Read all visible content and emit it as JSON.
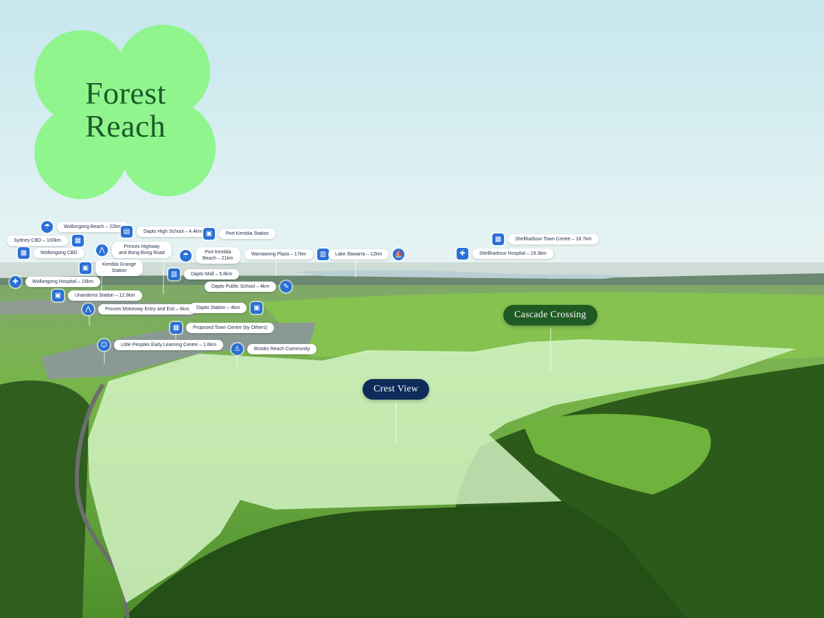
{
  "brand": {
    "line1": "Forest",
    "line2": "Reach",
    "color": "#1d5a2a",
    "blob_color": "#8ff58c"
  },
  "colors": {
    "sky_top": "#cbe9ef",
    "sky_bottom": "#e6f3f4",
    "overlay": "#d7f7c8",
    "icon_bg": "#2a6fd6"
  },
  "estates": [
    {
      "label": "Cascade Crossing",
      "style": "green"
    },
    {
      "label": "Crest View",
      "style": "navy"
    }
  ],
  "points": [
    {
      "label": "Wollongong Beach – 22km",
      "icon": "beach-icon"
    },
    {
      "label": "Sydney CBD – 100km",
      "icon": "building-icon"
    },
    {
      "label": "Wollongong CBD",
      "icon": "building-icon"
    },
    {
      "label": "Dapto High School – 4.4km",
      "icon": "school-icon"
    },
    {
      "label": "Port Kembla Station",
      "icon": "train-icon"
    },
    {
      "label": "Princes Highway\nand Bong Bong Road",
      "icon": "road-icon"
    },
    {
      "label": "Port Kembla\nBeach – 21km",
      "icon": "beach-icon"
    },
    {
      "label": "Warrawong Plaza – 17km",
      "icon": "shopping-icon"
    },
    {
      "label": "Lake Illawarra – 12km",
      "icon": "boat-icon"
    },
    {
      "label": "Shellharbour Town Centre – 18.7km",
      "icon": "building-icon"
    },
    {
      "label": "Shellharbour Hospital – 19.3km",
      "icon": "hospital-icon"
    },
    {
      "label": "Kembla Grange\nStation",
      "icon": "train-icon"
    },
    {
      "label": "Wollongong Hospital – 19km",
      "icon": "hospital-icon"
    },
    {
      "label": "Dapto Mall – 5.8km",
      "icon": "shopping-icon"
    },
    {
      "label": "Dapto Public School – 4km",
      "icon": "school-icon"
    },
    {
      "label": "Unanderra Station – 12.6km",
      "icon": "train-icon"
    },
    {
      "label": "Princes Motorway Entry and Exit – 6km",
      "icon": "road-icon"
    },
    {
      "label": "Dapto Station – 4km",
      "icon": "train-icon"
    },
    {
      "label": "Proposed Town Centre (by Others)",
      "icon": "building-icon"
    },
    {
      "label": "Little Peoples Early Learning Centre – 1.6km",
      "icon": "childcare-icon"
    },
    {
      "label": "Brooks Reach Community",
      "icon": "community-icon"
    }
  ]
}
